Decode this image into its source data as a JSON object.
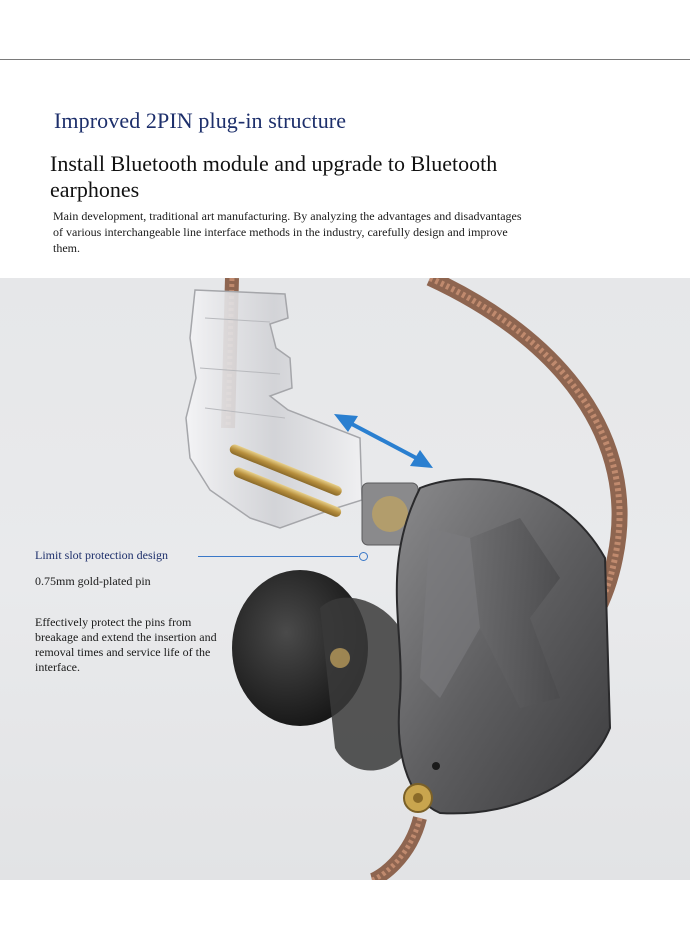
{
  "header": {
    "title": "Improved 2PIN plug-in structure",
    "heading": "Install Bluetooth module and upgrade to Bluetooth earphones",
    "description": "Main development, traditional art manufacturing. By analyzing the advantages and disadvantages of various interchangeable line interface methods in the industry, carefully design and improve them."
  },
  "callout": {
    "label": "Limit slot protection design",
    "pin_spec": "0.75mm gold-plated pin",
    "description": "Effectively protect the pins from breakage and extend the insertion and removal times and service life of the interface."
  },
  "colors": {
    "title_blue": "#1d2f6b",
    "arrow_blue": "#2a7fd0",
    "shell_gray": "#5a5a5c",
    "cable_copper": "#a8775e",
    "pin_gold": "#c8a85a"
  },
  "icons": {
    "arrow": "double-headed-arrow-icon",
    "logo_screw": "brand-screw-icon"
  }
}
